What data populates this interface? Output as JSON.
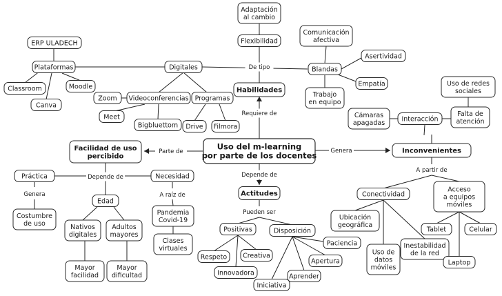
{
  "nodes": {
    "center": [
      "Uso del m-learning",
      "por parte de los docentes"
    ],
    "habilidades": [
      "Habilidades"
    ],
    "flexibilidad": [
      "Flexibilidad"
    ],
    "adaptacion": [
      "Adaptación",
      "al cambio"
    ],
    "digitales": [
      "Digitales"
    ],
    "plataformas": [
      "Plataformas"
    ],
    "erp": [
      "ERP ULADECH"
    ],
    "classroom": [
      "Classroom"
    ],
    "canva": [
      "Canva"
    ],
    "moodle": [
      "Moodle"
    ],
    "videoconf": [
      "Videoconferencias"
    ],
    "zoom": [
      "Zoom"
    ],
    "meet": [
      "Meet"
    ],
    "bigbluettom": [
      "Bigbluettom"
    ],
    "programas": [
      "Programas"
    ],
    "drive": [
      "Drive"
    ],
    "filmora": [
      "Filmora"
    ],
    "blandas": [
      "Blandas"
    ],
    "comunicacion": [
      "Comunicación",
      "afectiva"
    ],
    "asertividad": [
      "Asertividad"
    ],
    "empatia": [
      "Empatía"
    ],
    "trabajo": [
      "Trabajo",
      "en equipo"
    ],
    "facilidad": [
      "Facilidad de uso",
      "percibido"
    ],
    "practica": [
      "Práctica"
    ],
    "costumbre": [
      "Costumbre",
      "de uso"
    ],
    "edad": [
      "Edad"
    ],
    "nativos": [
      "Nativos",
      "digitales"
    ],
    "adultos": [
      "Adultos",
      "mayores"
    ],
    "mayorfac": [
      "Mayor",
      "facilidad"
    ],
    "mayordif": [
      "Mayor",
      "dificultad"
    ],
    "necesidad": [
      "Necesidad"
    ],
    "pandemia": [
      "Pandemia",
      "Covid-19"
    ],
    "clases": [
      "Clases",
      "virtuales"
    ],
    "actitudes": [
      "Actitudes"
    ],
    "positivas": [
      "Positivas"
    ],
    "respeto": [
      "Respeto"
    ],
    "innovadora": [
      "Innovadora"
    ],
    "creativa": [
      "Creativa"
    ],
    "disposicion": [
      "Disposición"
    ],
    "paciencia": [
      "Paciencia"
    ],
    "apertura": [
      "Apertura"
    ],
    "aprender": [
      "Aprender"
    ],
    "iniciativa": [
      "Iniciativa"
    ],
    "inconvenientes": [
      "Inconvenientes"
    ],
    "interaccion": [
      "Interacción"
    ],
    "camaras": [
      "Cámaras",
      "apagadas"
    ],
    "falta": [
      "Falta de",
      "atención"
    ],
    "usoredes": [
      "Uso de redes",
      "sociales"
    ],
    "conectividad": [
      "Conectividad"
    ],
    "ubicacion": [
      "Ubicación",
      "geográfica"
    ],
    "usodatos": [
      "Uso de",
      "datos",
      "móviles"
    ],
    "inestabilidad": [
      "Inestabilidad",
      "de la red"
    ],
    "acceso": [
      "Acceso",
      "a equipos",
      "móviles"
    ],
    "tablet": [
      "Tablet"
    ],
    "celular": [
      "Celular"
    ],
    "laptop": [
      "Laptop"
    ]
  },
  "links": {
    "de_tipo": "De tipo",
    "requiere_de": "Requiere de",
    "parte_de": "Parte de",
    "genera_right": "Genera",
    "depende_de_center": "Depende de",
    "depende_de_left": "Depende de",
    "genera_left": "Genera",
    "a_raiz_de": "A raíz de",
    "pueden_ser": "Pueden ser",
    "a_partir_de": "A partir de"
  }
}
